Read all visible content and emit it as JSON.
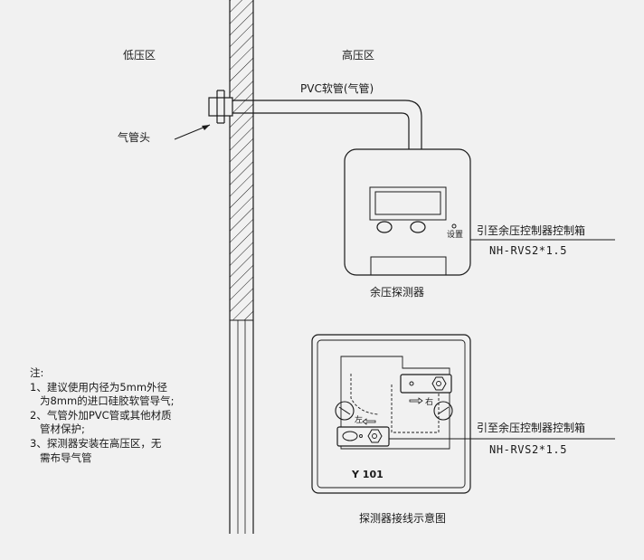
{
  "zones": {
    "low_pressure": "低压区",
    "high_pressure": "高压区"
  },
  "pipe_label": "PVC软管(气管)",
  "air_fitting_label": "气管头",
  "detector": {
    "setting_label": "设置",
    "lead_label": "引至余压控制器控制箱",
    "cable_model": "NH-RVS2*1.5",
    "caption": "余压探测器"
  },
  "wiring": {
    "left_marker": "左",
    "right_marker": "右",
    "model": "Y 101",
    "lead_label": "引至余压控制器控制箱",
    "cable_model": "NH-RVS2*1.5",
    "caption": "探测器接线示意图"
  },
  "notes": {
    "title": "注:",
    "lines": [
      "1、建议使用内径为5mm外径",
      "   为8mm的进口硅胶软管导气;",
      "2、气管外加PVC管或其他材质",
      "   管材保护;",
      "3、探测器安装在高压区，无",
      "   需布导气管"
    ]
  }
}
